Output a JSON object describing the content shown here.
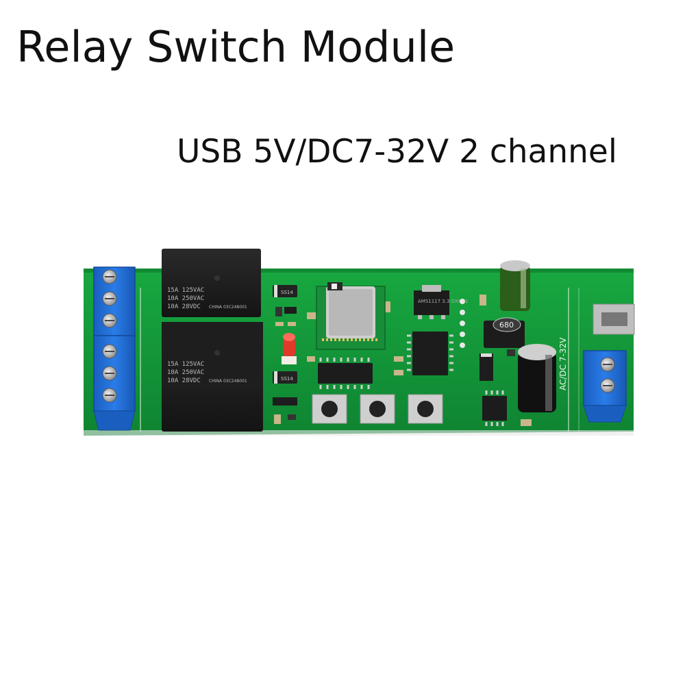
{
  "title": "Relay Switch Module",
  "subtitle": "USB 5V/DC7-32V 2 channel",
  "photo": {
    "relay_markings": {
      "line1": "15A 125VAC",
      "line2": "10A 250VAC",
      "line3": "10A 28VDC",
      "maker": "CHINA 03C248001"
    },
    "diode_label": "SS14",
    "inductor_label": "680",
    "power_label": "AC/DC 7-32V",
    "regulator_label": "AMS1117 3.3 DXG91"
  },
  "colors": {
    "pcb": "#149a3a",
    "pcb_dark": "#0d7a2c",
    "terminal_blue": "#1f6fd6",
    "relay_black": "#1c1c1c"
  }
}
